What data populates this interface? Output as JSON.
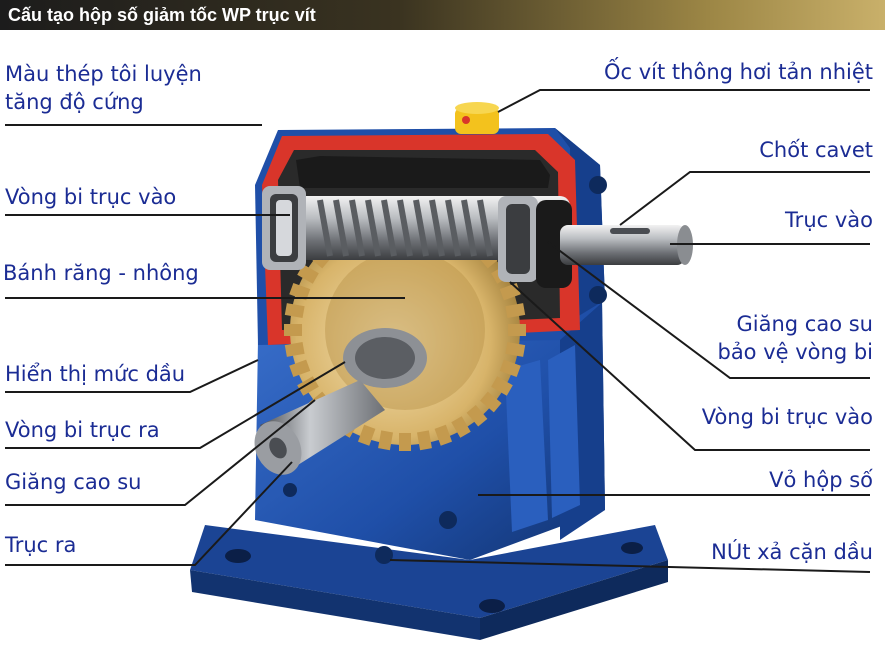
{
  "header": {
    "title": "Cấu tạo hộp số giảm tốc WP trục vít"
  },
  "colors": {
    "label": "#1b2c94",
    "housing": "#1f4fa8",
    "cutaway": "#d9352a",
    "gear": "#d8b46a",
    "leader": "#1a1a1a"
  },
  "labels": {
    "left": [
      {
        "id": "mau-thep",
        "lines": [
          "Màu thép tôi luyện",
          "tăng độ cứng"
        ]
      },
      {
        "id": "vong-bi-truc-vao-left",
        "lines": [
          "Vòng bi trục vào"
        ]
      },
      {
        "id": "banh-rang",
        "lines": [
          "Bánh răng - nhông"
        ]
      },
      {
        "id": "hien-thi-muc-dau",
        "lines": [
          "Hiển thị mức dầu"
        ]
      },
      {
        "id": "vong-bi-truc-ra",
        "lines": [
          "Vòng bi trục ra"
        ]
      },
      {
        "id": "giang-cao-su-left",
        "lines": [
          "Giăng cao su"
        ]
      },
      {
        "id": "truc-ra",
        "lines": [
          "Trục ra"
        ]
      }
    ],
    "right": [
      {
        "id": "oc-vit",
        "lines": [
          "Ốc vít thông hơi tản nhiệt"
        ]
      },
      {
        "id": "chot-cavet",
        "lines": [
          "Chốt cavet"
        ]
      },
      {
        "id": "truc-vao",
        "lines": [
          "Trục vào"
        ]
      },
      {
        "id": "giang-cao-su-right",
        "lines": [
          "Giăng cao su",
          "bảo vệ vòng bi"
        ]
      },
      {
        "id": "vong-bi-truc-vao-right",
        "lines": [
          "Vòng bi trục vào"
        ]
      },
      {
        "id": "vo-hop-so",
        "lines": [
          "Vỏ hộp số"
        ]
      },
      {
        "id": "nut-xa",
        "lines": [
          "NÚt xả cặn dầu"
        ]
      }
    ]
  }
}
